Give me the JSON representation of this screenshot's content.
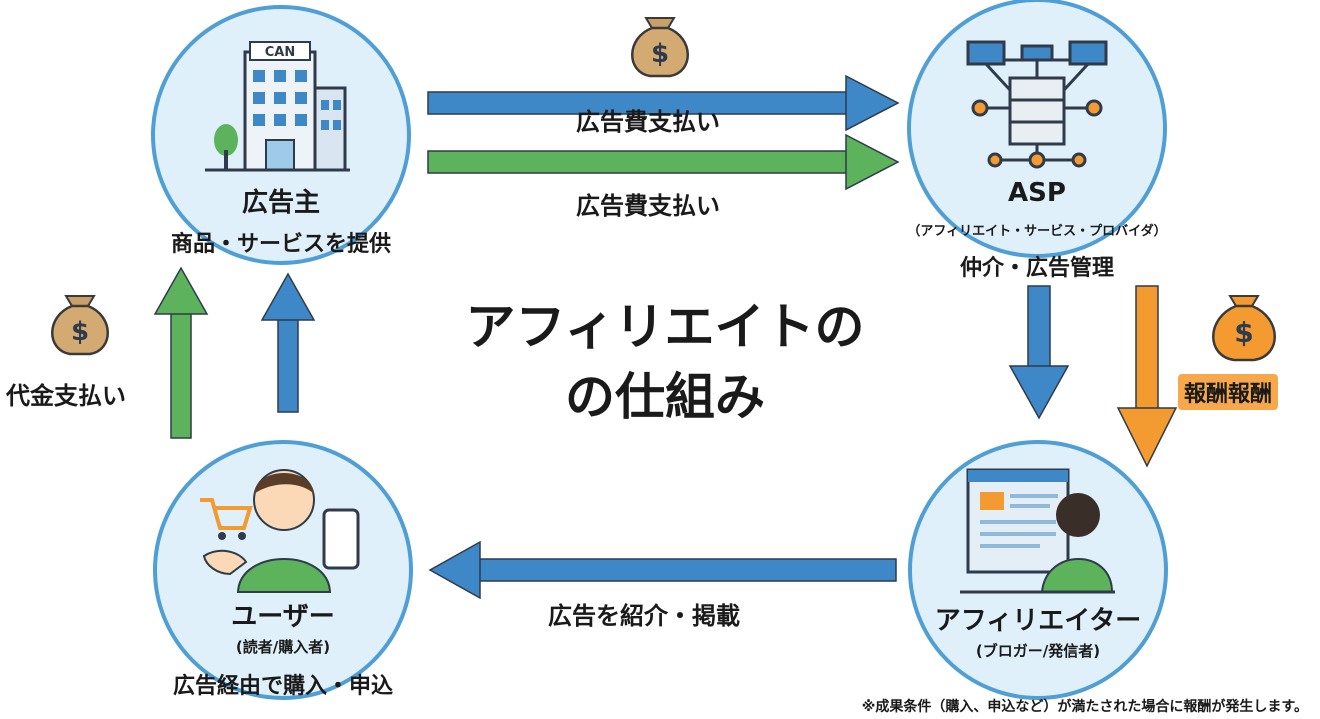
{
  "center_title": {
    "line1": "アフィリエイトの",
    "line2": "の仕組み"
  },
  "advertiser": {
    "sign": "CAN",
    "name": "広告主",
    "role": "商品・サービスを提供"
  },
  "asp": {
    "name": "ASP",
    "full_name": "（アフィリエイト・サービス・プロバイダ）",
    "role": "仲介・広告管理"
  },
  "affiliate": {
    "name": "アフィリエイター",
    "sub": "(ブロガー/発信者)"
  },
  "user": {
    "name": "ユーザー",
    "sub": "(読者/購入者)",
    "role": "広告経由で購入・申込"
  },
  "arrows": {
    "adv_to_asp_top": "広告費支払い",
    "adv_to_asp_bottom": "広告費支払い",
    "affiliate_to_user": "広告を紹介・掲載",
    "user_to_adv": "代金支払い",
    "asp_to_affiliate": "報酬報酬"
  },
  "money_symbol": "$",
  "colors": {
    "blue": "#3e88c8",
    "green": "#5cb35c",
    "orange": "#f39a30",
    "circle_fill": "#dff0fa",
    "circle_stroke": "#4f9fd6"
  },
  "footnote": "※成果条件（購入、申込など）が満たされた場合に報酬が発生します。"
}
